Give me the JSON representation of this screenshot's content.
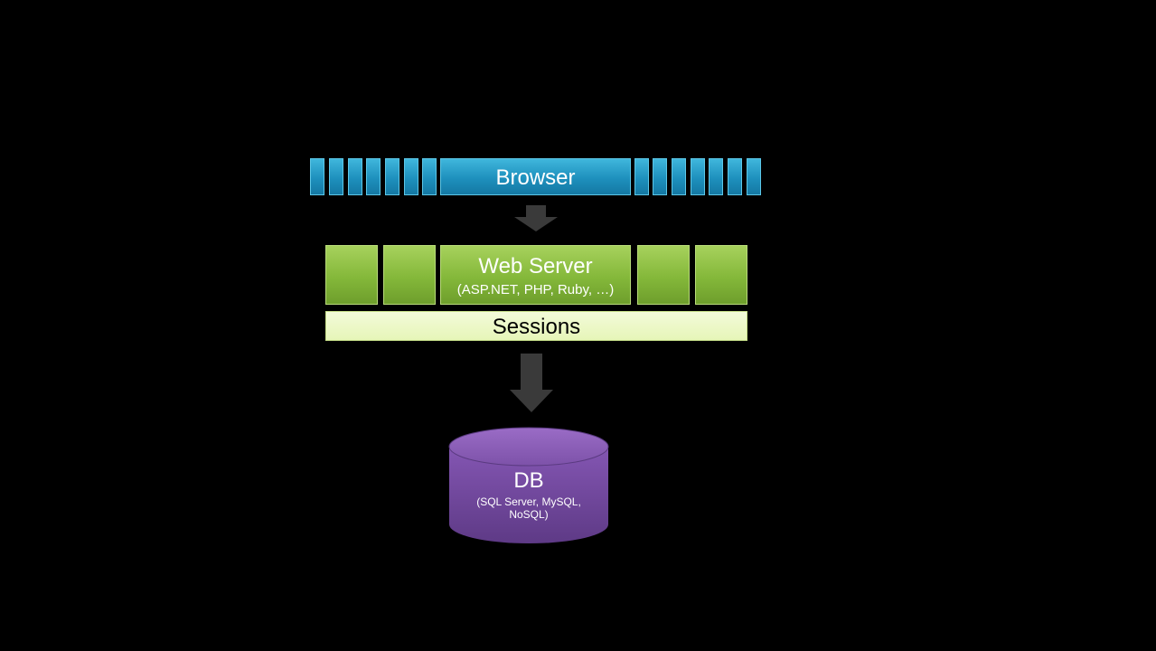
{
  "diagram": {
    "browser": {
      "label": "Browser"
    },
    "web_server": {
      "title": "Web Server",
      "subtitle": "(ASP.NET, PHP, Ruby, …)"
    },
    "sessions": {
      "label": "Sessions"
    },
    "database": {
      "title": "DB",
      "subtitle": "(SQL Server, MySQL, NoSQL)"
    }
  },
  "colors": {
    "background": "#000000",
    "browser": "#1e90bd",
    "web_server": "#84b83a",
    "sessions": "#eaf7c4",
    "database": "#7a4fa6",
    "arrow": "#3a3a3a"
  }
}
